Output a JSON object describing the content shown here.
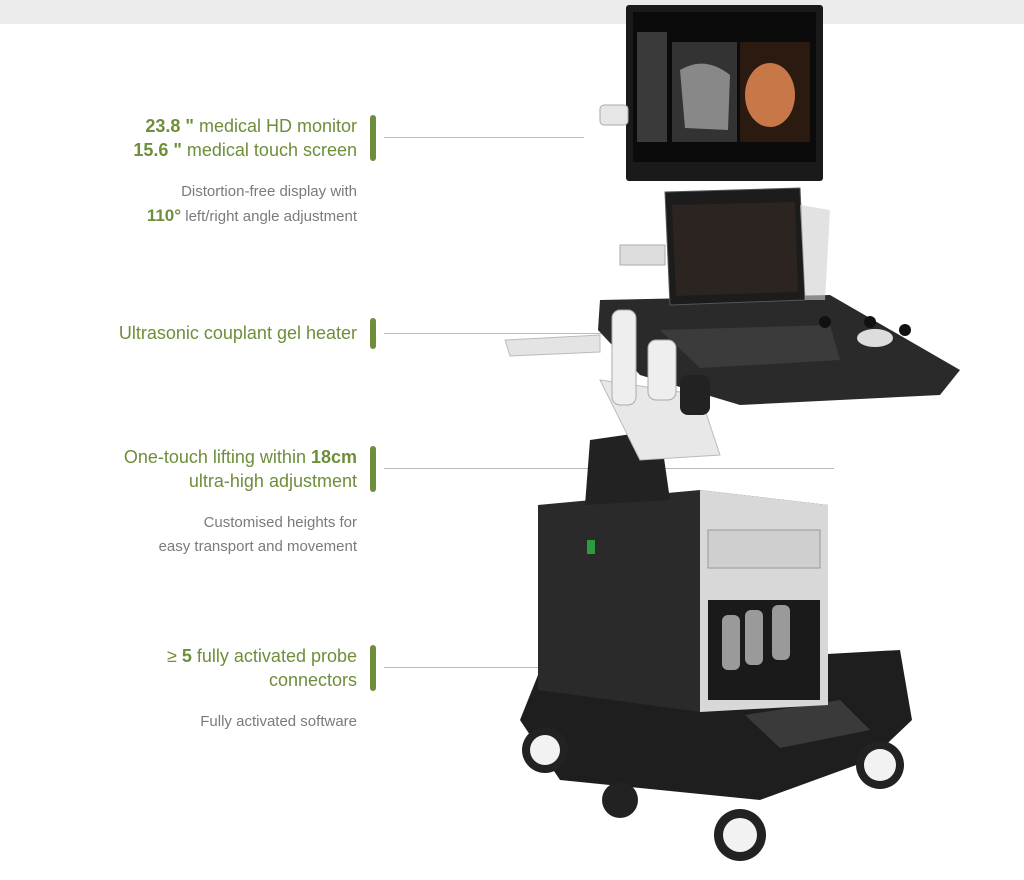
{
  "features": [
    {
      "heading_lines": [
        {
          "bold": "23.8 \"",
          "text": " medical HD monitor"
        },
        {
          "bold": "15.6 \"",
          "text": " medical touch screen"
        }
      ],
      "sub_lines": [
        {
          "bold": "",
          "text": "Distortion-free display with"
        },
        {
          "bold": "110°",
          "text": " left/right angle adjustment"
        }
      ]
    },
    {
      "heading_lines": [
        {
          "bold": "",
          "text": "Ultrasonic couplant gel heater"
        }
      ]
    },
    {
      "heading_lines": [
        {
          "pre": "One-touch lifting within ",
          "bold": "18cm"
        },
        {
          "pre": "ultra-high adjustment",
          "bold": ""
        }
      ],
      "sub_lines": [
        {
          "bold": "",
          "text": "Customised heights for"
        },
        {
          "bold": "",
          "text": "easy transport and movement"
        }
      ]
    },
    {
      "heading_lines": [
        {
          "pre": "≥ ",
          "bold": "5",
          "text": " fully activated probe"
        },
        {
          "pre": "",
          "bold": "",
          "text": "connectors"
        }
      ],
      "sub_lines": [
        {
          "bold": "",
          "text": "Fully activated software"
        }
      ]
    }
  ],
  "colors": {
    "accent": "#6e8e3a",
    "subtext": "#7a7a7a"
  }
}
